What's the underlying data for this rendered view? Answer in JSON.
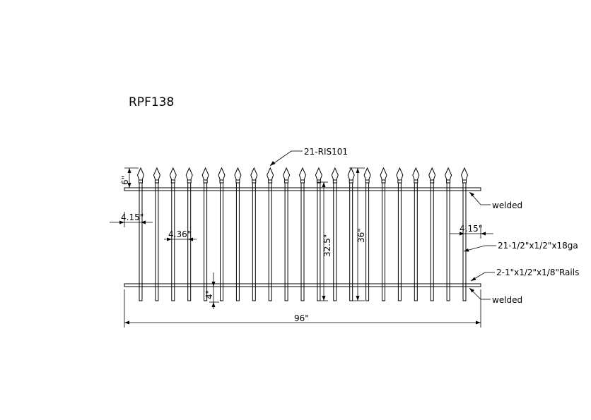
{
  "drawing": {
    "title": "RPF138",
    "callouts": {
      "pickets_part": "21-RIS101",
      "welded_top": "welded",
      "welded_bottom": "welded",
      "picket_spec": "21-1/2\"x1/2\"x18ga",
      "rail_spec": "2-1\"x1/2\"x1/8\"Rails"
    },
    "dimensions": {
      "spear_height": "6\"",
      "end_gap_left": "4.15\"",
      "end_gap_right": "4.15\"",
      "picket_spacing": "4.36\"",
      "rail_to_rail": "32.5\"",
      "overall_height": "36\"",
      "bottom_extension": "4\"",
      "overall_width": "96\""
    },
    "picket_count": 21,
    "line_color": "#000000",
    "background_color": "#ffffff"
  }
}
